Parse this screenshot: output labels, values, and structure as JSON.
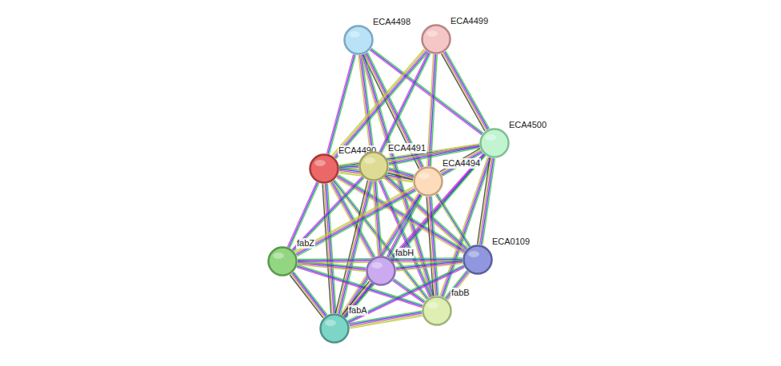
{
  "diagram": {
    "nodes": [
      {
        "text": [
          "ECA4498"
        ]
      },
      {
        "text": [
          "ECA4499"
        ]
      },
      {
        "text": [
          "ECA4500"
        ]
      },
      {
        "text": [
          "ECA4490"
        ]
      },
      {
        "text": [
          "ECA4491"
        ]
      },
      {
        "text": [
          "ECA4494"
        ]
      },
      {
        "text": [
          "fabZ"
        ]
      },
      {
        "text": [
          "fabH"
        ]
      },
      {
        "text": [
          "ECA0109"
        ]
      },
      {
        "text": [
          "fabB"
        ]
      },
      {
        "text": [
          "fabA"
        ]
      }
    ],
    "edges": [
      {
        "from": 0,
        "to": 3,
        "arrow": "none"
      },
      {
        "from": 0,
        "to": 4,
        "arrow": "none"
      },
      {
        "from": 0,
        "to": 5,
        "arrow": "none"
      },
      {
        "from": 0,
        "to": 2,
        "arrow": "none"
      },
      {
        "from": 0,
        "to": 9,
        "arrow": "none"
      },
      {
        "from": 1,
        "to": 3,
        "arrow": "none"
      },
      {
        "from": 1,
        "to": 4,
        "arrow": "none"
      },
      {
        "from": 1,
        "to": 5,
        "arrow": "none"
      },
      {
        "from": 1,
        "to": 2,
        "arrow": "none"
      },
      {
        "from": 2,
        "to": 3,
        "arrow": "none"
      },
      {
        "from": 2,
        "to": 4,
        "arrow": "none"
      },
      {
        "from": 2,
        "to": 5,
        "arrow": "none"
      },
      {
        "from": 2,
        "to": 7,
        "arrow": "none"
      },
      {
        "from": 2,
        "to": 9,
        "arrow": "none"
      },
      {
        "from": 2,
        "to": 8,
        "arrow": "none"
      },
      {
        "from": 2,
        "to": 10,
        "arrow": "none"
      },
      {
        "from": 3,
        "to": 4,
        "arrow": "none"
      },
      {
        "from": 3,
        "to": 5,
        "arrow": "none"
      },
      {
        "from": 3,
        "to": 6,
        "arrow": "none"
      },
      {
        "from": 3,
        "to": 7,
        "arrow": "none"
      },
      {
        "from": 3,
        "to": 10,
        "arrow": "none"
      },
      {
        "from": 3,
        "to": 9,
        "arrow": "none"
      },
      {
        "from": 3,
        "to": 8,
        "arrow": "none"
      },
      {
        "from": 4,
        "to": 5,
        "arrow": "none"
      },
      {
        "from": 4,
        "to": 6,
        "arrow": "none"
      },
      {
        "from": 4,
        "to": 7,
        "arrow": "none"
      },
      {
        "from": 4,
        "to": 10,
        "arrow": "none"
      },
      {
        "from": 4,
        "to": 9,
        "arrow": "none"
      },
      {
        "from": 4,
        "to": 8,
        "arrow": "none"
      },
      {
        "from": 5,
        "to": 6,
        "arrow": "none"
      },
      {
        "from": 5,
        "to": 7,
        "arrow": "none"
      },
      {
        "from": 5,
        "to": 10,
        "arrow": "none"
      },
      {
        "from": 5,
        "to": 9,
        "arrow": "none"
      },
      {
        "from": 5,
        "to": 8,
        "arrow": "none"
      },
      {
        "from": 6,
        "to": 7,
        "arrow": "none"
      },
      {
        "from": 6,
        "to": 10,
        "arrow": "none"
      },
      {
        "from": 6,
        "to": 9,
        "arrow": "none"
      },
      {
        "from": 6,
        "to": 8,
        "arrow": "none"
      },
      {
        "from": 7,
        "to": 10,
        "arrow": "none"
      },
      {
        "from": 7,
        "to": 9,
        "arrow": "none"
      },
      {
        "from": 7,
        "to": 8,
        "arrow": "none"
      },
      {
        "from": 10,
        "to": 9,
        "arrow": "none"
      },
      {
        "from": 10,
        "to": 8,
        "arrow": "none"
      },
      {
        "from": 9,
        "to": 8,
        "arrow": "none"
      }
    ]
  }
}
